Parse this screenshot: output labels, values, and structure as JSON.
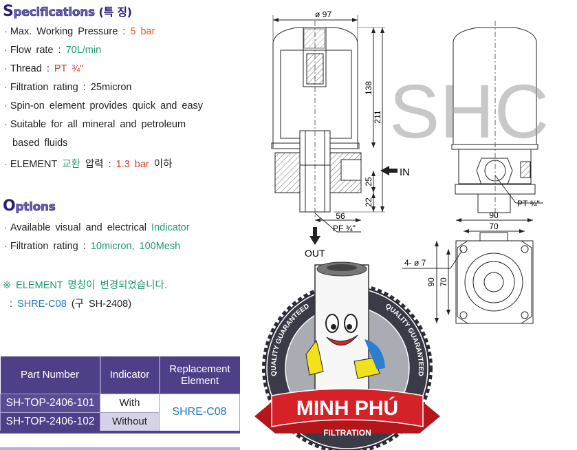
{
  "specifications": {
    "title_initial": "S",
    "title_rest": "pecifications",
    "title_korean": "(특 징)",
    "items": [
      {
        "label": "Max. Working Pressure :",
        "value": "5 bar"
      },
      {
        "label": "Flow rate :",
        "value": "70L/min"
      },
      {
        "label": "Thread :",
        "value": "PT ¾\""
      },
      {
        "label": "Filtration rating : 25micron"
      },
      {
        "label": "Spin-on element provides quick and easy"
      },
      {
        "label": "Suitable for all mineral and petroleum",
        "continuation": "based fluids"
      },
      {
        "label": "ELEMENT",
        "value_green": "교환",
        "label2": "압력 :",
        "value": "1.3 bar",
        "suffix": "이하"
      }
    ]
  },
  "options": {
    "title_initial": "O",
    "title_rest": "ptions",
    "items": [
      {
        "label": "Available visual and electrical",
        "value": "Indicator"
      },
      {
        "label": "Filtration rating :",
        "value": "10micron, 100Mesh"
      }
    ]
  },
  "notice": {
    "line1": "※ ELEMENT 명칭이 변경되었습니다.",
    "prefix": ":",
    "new_name": "SHRE-C08",
    "old_name": "(구 SH-2408)"
  },
  "table": {
    "headers": [
      "Part Number",
      "Indicator",
      "Replacement Element"
    ],
    "rows": [
      {
        "part": "SH-TOP-2406-101",
        "indicator": "With"
      },
      {
        "part": "SH-TOP-2406-102",
        "indicator": "Without"
      }
    ],
    "replacement": "SHRE-C08"
  },
  "drawing": {
    "dim_diameter": "ø 97",
    "dim_138": "138",
    "dim_211": "211",
    "dim_25": "25",
    "dim_22": "22",
    "dim_56": "56",
    "pf_thread": "PF ¾\"",
    "in_label": "IN",
    "out_label": "OUT",
    "pt_thread": "PT ¾\"",
    "dim_90_h": "90",
    "dim_70_h": "70",
    "dim_90_v": "90",
    "dim_70_v": "70",
    "holes": "4- ø 7",
    "watermark": "SHC"
  },
  "logo": {
    "ring_text_left": "QUALITY GUARANTEED",
    "ring_text_right": "QUALITY GUARANTEED",
    "brand": "MINH PHÚ",
    "sub": "FILTRATION"
  }
}
